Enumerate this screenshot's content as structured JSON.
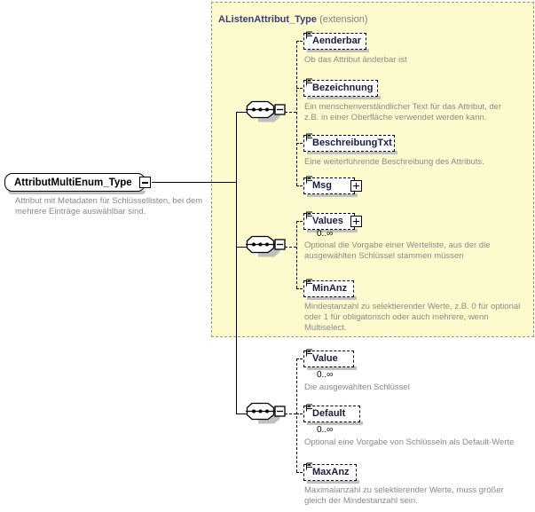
{
  "diagram": {
    "type": "xsd-schema-diagram",
    "root": {
      "name": "AttributMultiEnum_Type",
      "annotation": "Attribut mit Metadaten für Schlüssellisten, bei dem mehrere Einträge auswählbar sind.",
      "collapse_icon": "minus-box-icon"
    },
    "extension_group": {
      "title": "AListenAttribut_Type",
      "kind": "(extension)",
      "background": "#fdfbcd",
      "border": "#9a9a78"
    },
    "compositors": [
      {
        "id": "sequence-1",
        "icon": "sequence-icon"
      },
      {
        "id": "sequence-2",
        "icon": "sequence-icon"
      },
      {
        "id": "sequence-3",
        "icon": "sequence-icon"
      }
    ],
    "elements": [
      {
        "name": "Aenderbar",
        "annotation": "Ob das Attribut änderbar ist",
        "cardinality": "",
        "expandable": false,
        "group": "extension"
      },
      {
        "name": "Bezeichnung",
        "annotation": "Ein menschenverständlicher Text für das Attribut, der\nz.B. in einer Oberfläche verwendet werden kann.",
        "cardinality": "",
        "expandable": false,
        "group": "extension"
      },
      {
        "name": "BeschreibungTxt",
        "annotation": "Eine weiterführende Beschreibung des Attributs.",
        "cardinality": "",
        "expandable": false,
        "group": "extension"
      },
      {
        "name": "Msg",
        "annotation": "",
        "cardinality": "",
        "expandable": true,
        "group": "extension"
      },
      {
        "name": "Values",
        "annotation": "Optional die Vorgabe einer Werteliste, aus der die\nausgewählten Schlüssel stammen müssen",
        "cardinality": "0..∞",
        "expandable": true,
        "group": "extension"
      },
      {
        "name": "MinAnz",
        "annotation": "Mindestanzahl zu selektierender Werte, z.B. 0 für optional\noder 1 für obligatorisch oder auch mehrere, wenn\nMultiselect.",
        "cardinality": "",
        "expandable": false,
        "group": "extension"
      },
      {
        "name": "Value",
        "annotation": "Die ausgewählten Schlüssel",
        "cardinality": "0..∞",
        "expandable": false,
        "group": "own"
      },
      {
        "name": "Default",
        "annotation": "Optional eine Vorgabe von Schlüsseln als Default-Werte",
        "cardinality": "0..∞",
        "expandable": false,
        "group": "own"
      },
      {
        "name": "MaxAnz",
        "annotation": "Maximalanzahl zu selektierender Werte, muss größer\ngleich der Mindestanzahl sein.",
        "cardinality": "",
        "expandable": false,
        "group": "own"
      }
    ]
  }
}
